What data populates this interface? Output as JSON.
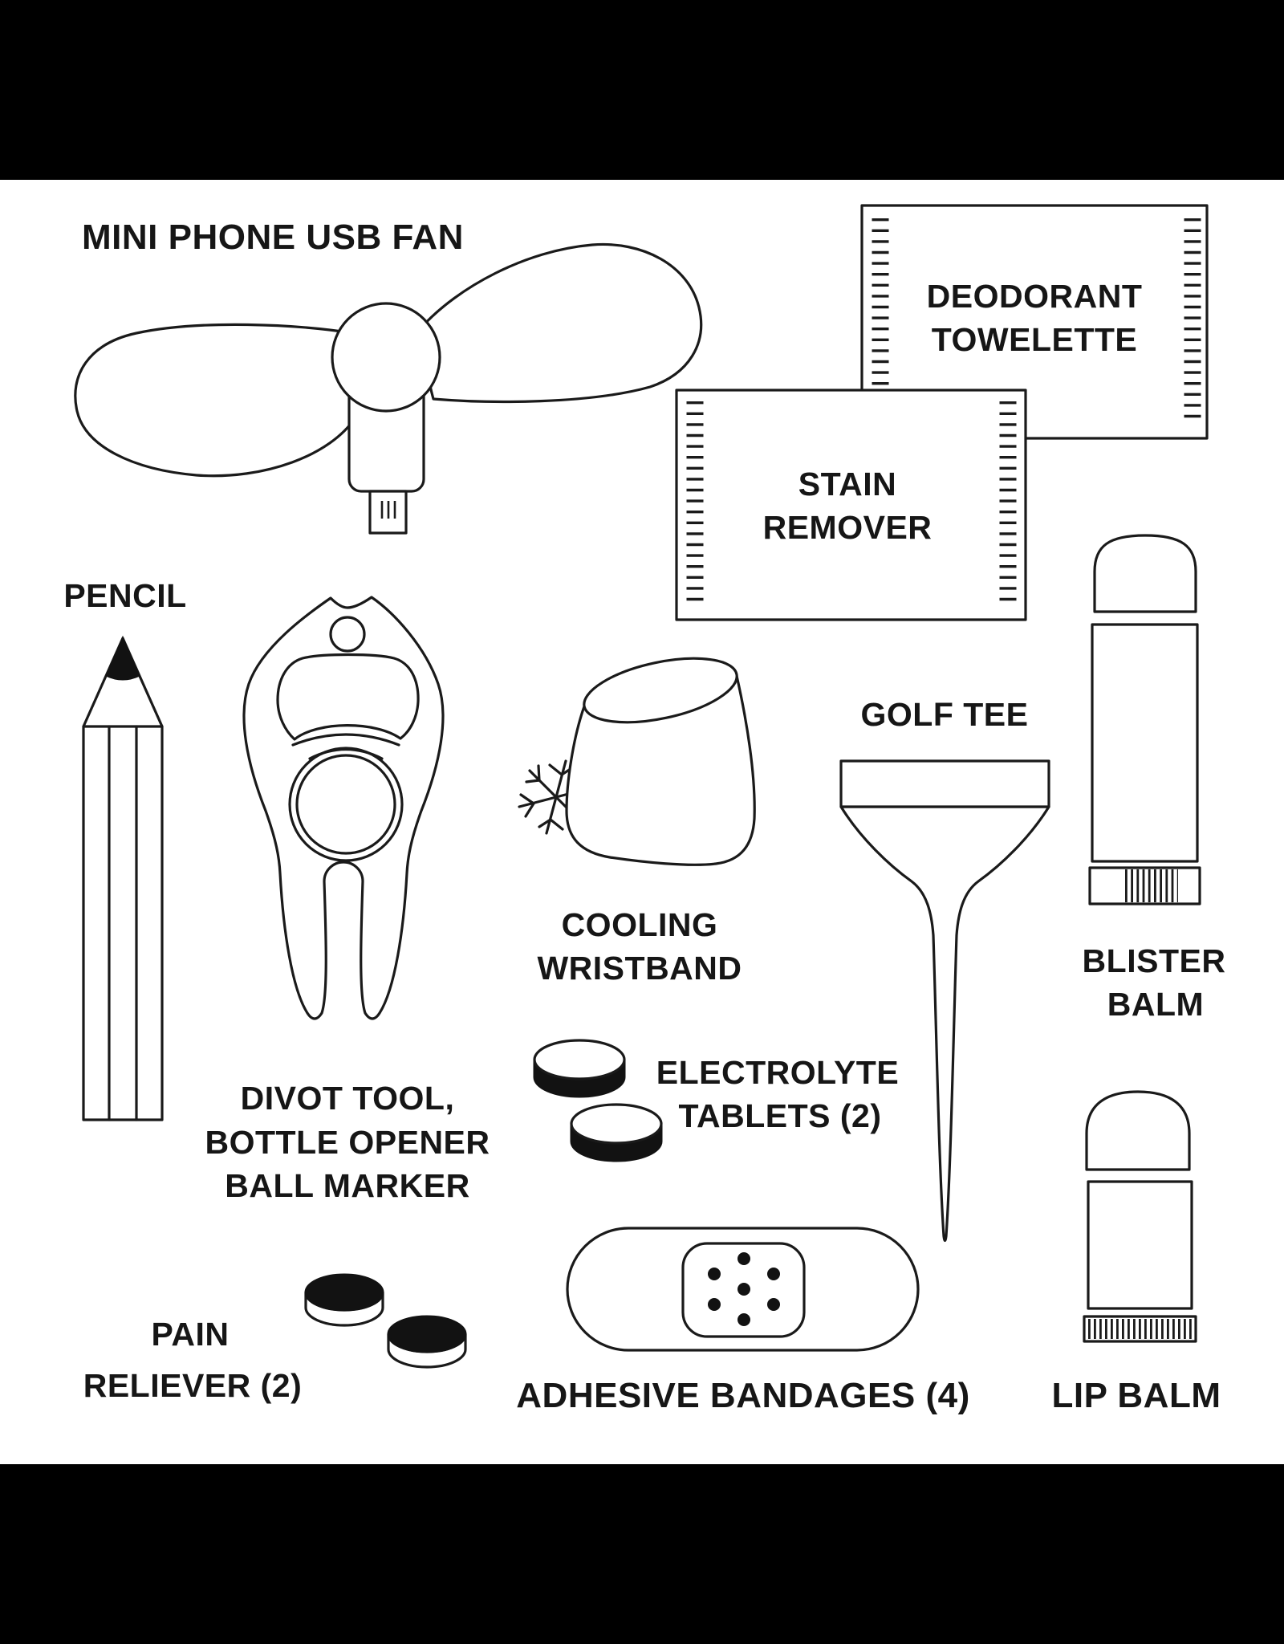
{
  "canvas": {
    "letterbox_color": "#000000",
    "content_background": "#ffffff",
    "line_color": "#1a1a1a",
    "text_color": "#161616"
  },
  "items": {
    "fan": {
      "label": "MINI PHONE USB FAN"
    },
    "deodorant": {
      "label_line1": "DEODORANT",
      "label_line2": "TOWELETTE"
    },
    "stain": {
      "label_line1": "STAIN",
      "label_line2": "REMOVER"
    },
    "pencil": {
      "label": "PENCIL"
    },
    "divot": {
      "label_line1": "DIVOT TOOL,",
      "label_line2": "BOTTLE OPENER",
      "label_line3": "BALL MARKER"
    },
    "wristband": {
      "label_line1": "COOLING",
      "label_line2": "WRISTBAND"
    },
    "golf_tee": {
      "label": "GOLF TEE"
    },
    "blister": {
      "label_line1": "BLISTER",
      "label_line2": "BALM"
    },
    "electrolyte": {
      "label_line1": "ELECTROLYTE",
      "label_line2": "TABLETS (2)"
    },
    "pain": {
      "label_line1": "PAIN",
      "label_line2": "RELIEVER (2)"
    },
    "bandage": {
      "label": "ADHESIVE BANDAGES (4)"
    },
    "lip_balm": {
      "label": "LIP BALM"
    }
  }
}
